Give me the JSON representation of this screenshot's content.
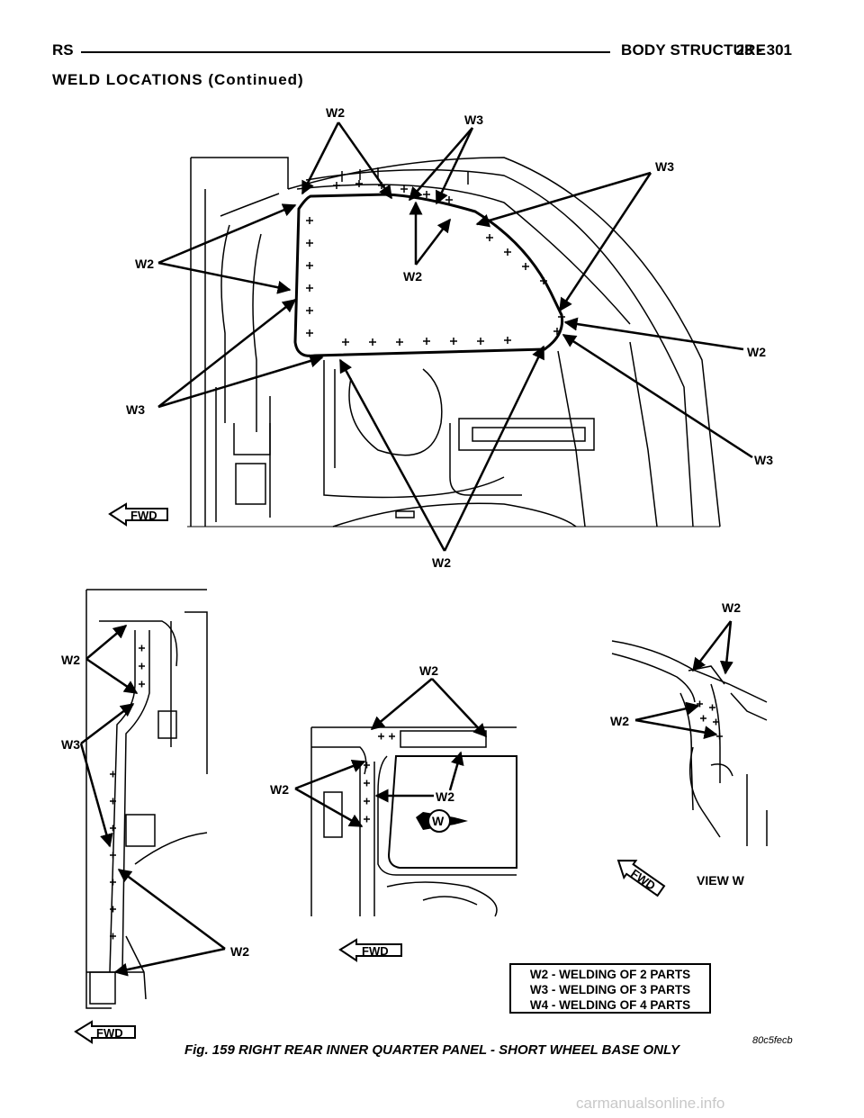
{
  "header": {
    "left": "RS",
    "section": "BODY STRUCTURE",
    "page": "23 - 301"
  },
  "subheading": "WELD LOCATIONS (Continued)",
  "figure": {
    "caption": "Fig. 159 RIGHT REAR INNER QUARTER PANEL - SHORT WHEEL BASE ONLY",
    "code": "80c5fecb",
    "view_label": "VIEW W",
    "view_marker": "W",
    "fwd_label": "FWD",
    "labels": {
      "w2": "W2",
      "w3": "W3"
    }
  },
  "legend": [
    "W2 - WELDING OF 2 PARTS",
    "W3 - WELDING OF 3 PARTS",
    "W4 - WELDING OF 4 PARTS"
  ],
  "watermark": "carmanualsonline.info"
}
